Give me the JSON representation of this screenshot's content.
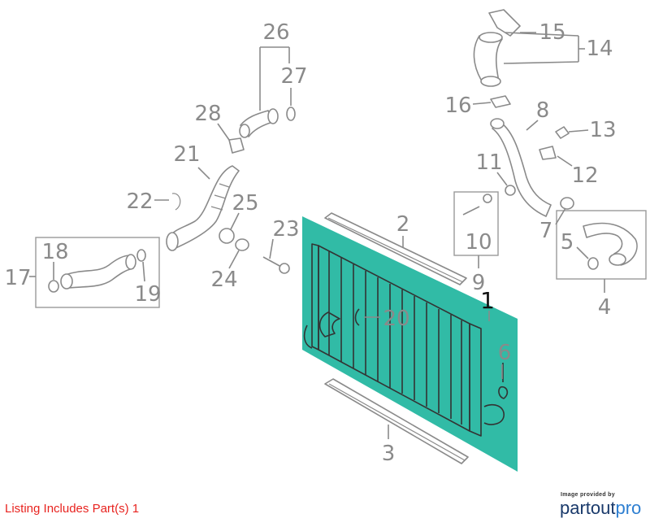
{
  "colors": {
    "highlight": "#14b29a",
    "callout_grey": "#8a8a8a",
    "callout_main": "#111111",
    "note_red": "#e8231f",
    "brand_navy": "#1a3a6b",
    "brand_blue": "#2e7fd1"
  },
  "callouts": {
    "n1": "1",
    "n2": "2",
    "n3": "3",
    "n4": "4",
    "n5": "5",
    "n6": "6",
    "n7": "7",
    "n8": "8",
    "n9": "9",
    "n10": "10",
    "n11": "11",
    "n12": "12",
    "n13": "13",
    "n14": "14",
    "n15": "15",
    "n16": "16",
    "n17": "17",
    "n18": "18",
    "n19": "19",
    "n20": "20",
    "n21": "21",
    "n22": "22",
    "n23": "23",
    "n24": "24",
    "n25": "25",
    "n26": "26",
    "n27": "27",
    "n28": "28"
  },
  "listing_note": "Listing Includes Part(s) 1",
  "brand": {
    "caption": "Image provided by",
    "logo_main": "partout",
    "logo_accent": "pro"
  }
}
